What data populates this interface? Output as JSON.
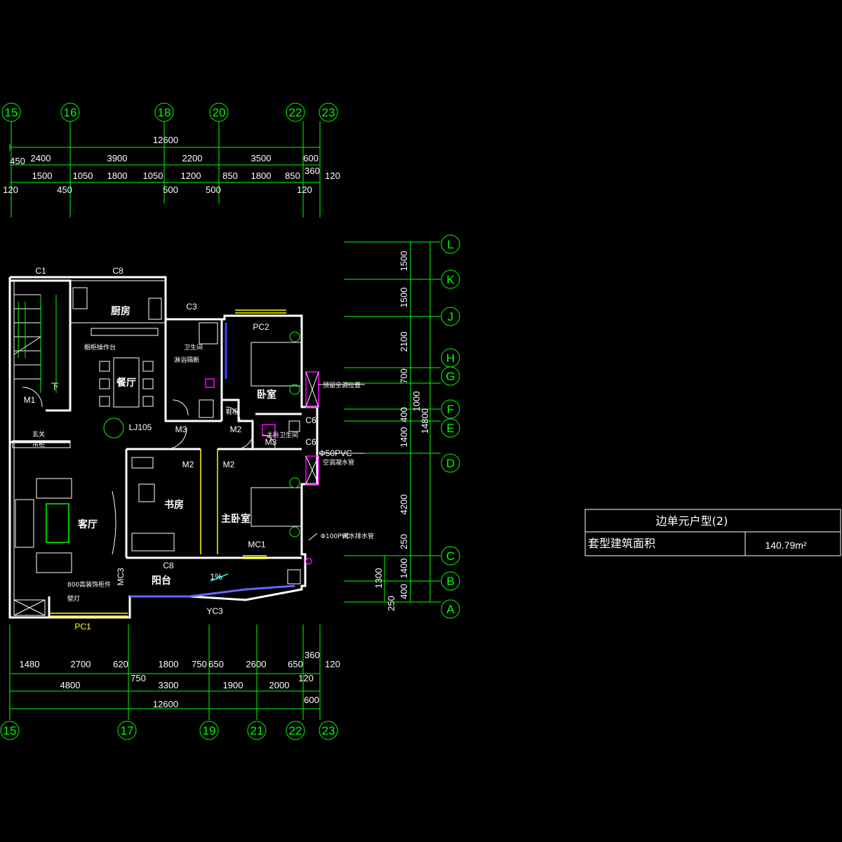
{
  "colors": {
    "background": "#000000",
    "grid": "#00ff00",
    "walls": "#ffffff",
    "windows": "#ffff00",
    "pipe": "#ff00ff",
    "balcony": "#6666ff"
  },
  "axes": {
    "top": [
      "15",
      "16",
      "18",
      "20",
      "22",
      "23"
    ],
    "bottom": [
      "15",
      "17",
      "19",
      "21",
      "22",
      "23"
    ],
    "right": [
      "L",
      "K",
      "J",
      "H",
      "G",
      "F",
      "E",
      "D",
      "C",
      "B",
      "A"
    ]
  },
  "dims_top": {
    "total": "12600",
    "row2": [
      "450",
      "2400",
      "3900",
      "2200",
      "3500",
      "600"
    ],
    "row3": [
      "1500",
      "1050",
      "1800",
      "1050",
      "1200",
      "850",
      "1800",
      "850",
      "360",
      "120"
    ],
    "row4": [
      "120",
      "450",
      "500",
      "500",
      "120"
    ]
  },
  "dims_bottom": {
    "row1": [
      "1480",
      "2700",
      "620",
      "1800",
      "750",
      "650",
      "2600",
      "650",
      "360",
      "120"
    ],
    "row2": [
      "4800",
      "750",
      "3300",
      "1900",
      "2000",
      "120"
    ],
    "row3": [
      "600"
    ],
    "total": "12600"
  },
  "dims_right": {
    "inner": [
      "1500",
      "1500",
      "2100",
      "700",
      "400",
      "1400",
      "4200",
      "250",
      "1400",
      "400",
      "250"
    ],
    "outer": [
      "1000",
      "14800"
    ],
    "small": [
      "1300"
    ]
  },
  "rooms": {
    "kitchen": "厨房",
    "dining": "餐厅",
    "living": "客厅",
    "study": "书房",
    "master": "主卧室",
    "bedroom": "卧室",
    "balcony": "阳台"
  },
  "labels": {
    "c1": "C1",
    "c8_top": "C8",
    "c3": "C3",
    "pc2": "PC2",
    "m1": "M1",
    "m3_a": "M3",
    "m2_a": "M2",
    "m3_b": "M3",
    "c6_a": "C6",
    "c6_b": "C6",
    "lj105": "LJ105",
    "m2_b": "M2",
    "m2_c": "M2",
    "mc1": "MC1",
    "c8_bot": "C8",
    "mc3": "MC3",
    "pc1": "PC1",
    "yc3": "YC3",
    "pvc50": "Φ50PVC",
    "pvc100": "Φ100PVC",
    "slope": "1%",
    "down": "下"
  },
  "notes": {
    "bathroom": "卫生间",
    "bath_partition": "淋浴隔断",
    "kitchen_counter": "橱柜操作台",
    "master_bath": "主卧卫生间",
    "aircon": "预留空调位置",
    "pvc50_note": "空调凝水管",
    "pvc100_note": "雨水排水管",
    "shoe": "鞋柜",
    "hall1": "玄关",
    "hall2": "吊柜",
    "tv": "800高装饰柜件",
    "light": "壁灯"
  },
  "table": {
    "title": "边单元户型(2)",
    "area_label": "套型建筑面积",
    "area_value": "140.79m²"
  }
}
